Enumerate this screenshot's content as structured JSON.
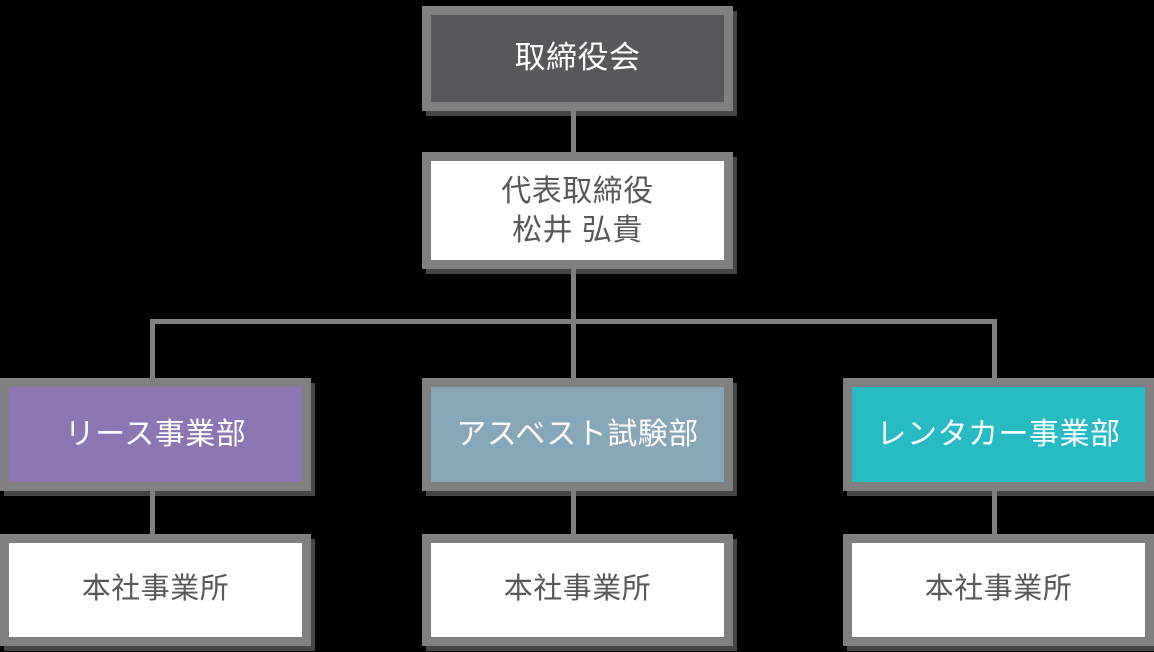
{
  "chart": {
    "type": "org-chart",
    "background_color": "#000000",
    "line_color": "#808080",
    "border_color": "#808080"
  },
  "nodes": {
    "board": {
      "label": "取締役会",
      "fill": "#58585a",
      "text_color": "#ffffff",
      "level": 0
    },
    "executive": {
      "label": "代表取締役\n松井 弘貴",
      "title_line": "代表取締役",
      "name_line": "松井 弘貴",
      "fill": "#ffffff",
      "text_color": "#58585a",
      "level": 1
    },
    "divisions": [
      {
        "label": "リース事業部",
        "fill": "#8d76b3",
        "text_color": "#ffffff",
        "level": 2
      },
      {
        "label": "アスベスト試験部",
        "fill": "#87a6b8",
        "text_color": "#ffffff",
        "level": 2
      },
      {
        "label": "レンタカー事業部",
        "fill": "#27bcc4",
        "text_color": "#ffffff",
        "level": 2
      }
    ],
    "offices": [
      {
        "label": "本社事業所",
        "fill": "#ffffff",
        "text_color": "#58585a",
        "level": 3
      },
      {
        "label": "本社事業所",
        "fill": "#ffffff",
        "text_color": "#58585a",
        "level": 3
      },
      {
        "label": "本社事業所",
        "fill": "#ffffff",
        "text_color": "#58585a",
        "level": 3
      }
    ]
  }
}
